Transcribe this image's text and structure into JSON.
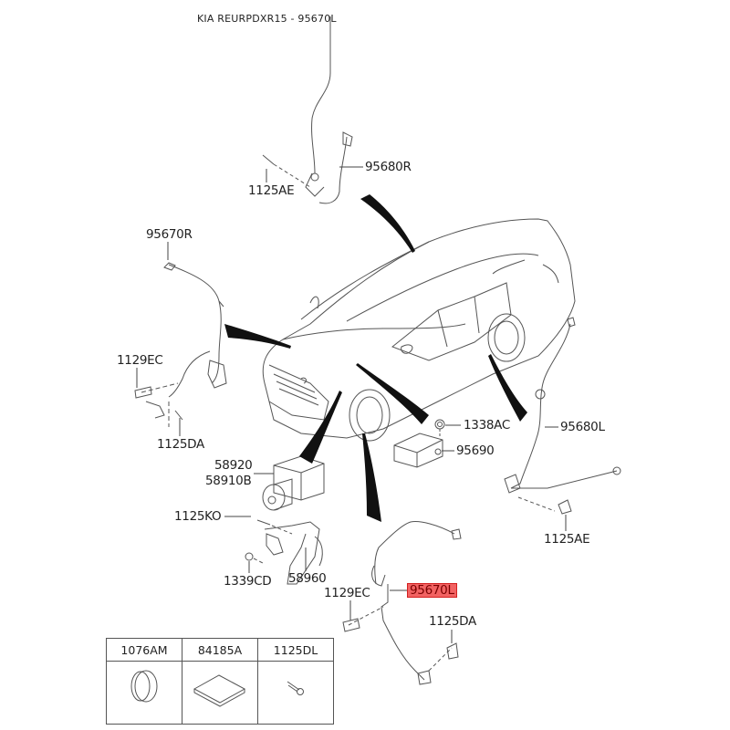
{
  "title": "KIA REURPDXR15 - 95670L",
  "highlight_color": "#f26262",
  "labels": {
    "p95680R": "95680R",
    "p1125AE_top": "1125AE",
    "p95670R": "95670R",
    "p1129EC_left": "1129EC",
    "p1125DA_left": "1125DA",
    "p58920": "58920",
    "p58910B": "58910B",
    "p1125KO": "1125KO",
    "p1339CD": "1339CD",
    "p58960": "58960",
    "p1338AC": "1338AC",
    "p95690": "95690",
    "p95680L": "95680L",
    "p1125AE_right": "1125AE",
    "p95670L": "95670L",
    "p1129EC_bottom": "1129EC",
    "p1125DA_bottom": "1125DA"
  },
  "legend": {
    "items": [
      {
        "part": "1076AM",
        "icon": "cap-plug-icon"
      },
      {
        "part": "84185A",
        "icon": "pad-icon"
      },
      {
        "part": "1125DL",
        "icon": "bolt-icon"
      }
    ]
  }
}
